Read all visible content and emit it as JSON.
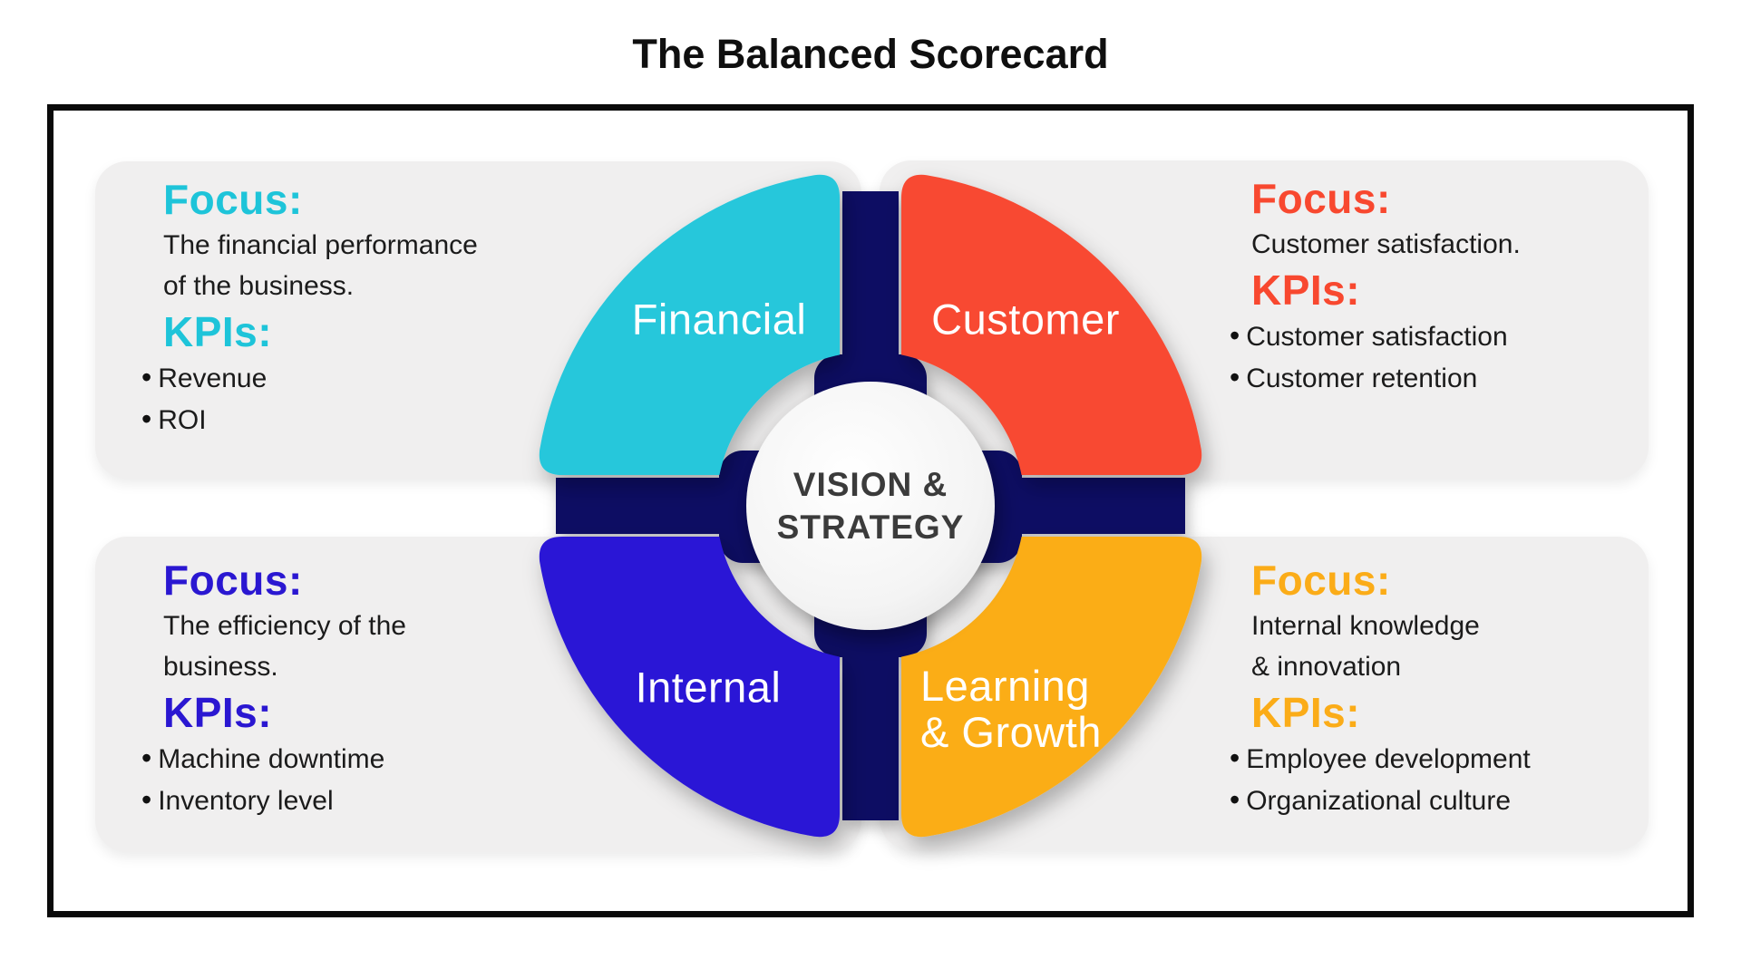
{
  "title": "The Balanced Scorecard",
  "center": {
    "line1": "VISION &",
    "line2": "STRATEGY"
  },
  "colors": {
    "cyan": "#25c7db",
    "red": "#f84a33",
    "blue": "#2b17d6",
    "yellow": "#fbad17",
    "navy": "#0d1164",
    "panel_gray": "#f0efef",
    "border_black": "#0a0a0a",
    "label_white": "#ffffff",
    "center_text": "#3b3b3b"
  },
  "quadrants": [
    {
      "id": "financial",
      "label": "Financial",
      "color": "#25c7db",
      "focus_label": "Focus:",
      "focus_lines": [
        "The financial performance",
        "of the business."
      ],
      "kpis_label": "KPIs:",
      "kpis": [
        "Revenue",
        "ROI"
      ]
    },
    {
      "id": "customer",
      "label": "Customer",
      "color": "#f84a33",
      "focus_label": "Focus:",
      "focus_lines": [
        "Customer satisfaction."
      ],
      "kpis_label": "KPIs:",
      "kpis": [
        "Customer satisfaction",
        "Customer retention"
      ]
    },
    {
      "id": "internal",
      "label": "Internal",
      "color": "#2b17d6",
      "focus_label": "Focus:",
      "focus_lines": [
        "The efficiency of the",
        "business."
      ],
      "kpis_label": "KPIs:",
      "kpis": [
        "Machine downtime",
        "Inventory level"
      ]
    },
    {
      "id": "learning-growth",
      "label": "Learning",
      "label2": "& Growth",
      "color": "#fbad17",
      "focus_label": "Focus:",
      "focus_lines": [
        "Internal knowledge",
        "& innovation"
      ],
      "kpis_label": "KPIs:",
      "kpis": [
        "Employee development",
        "Organizational culture"
      ]
    }
  ]
}
